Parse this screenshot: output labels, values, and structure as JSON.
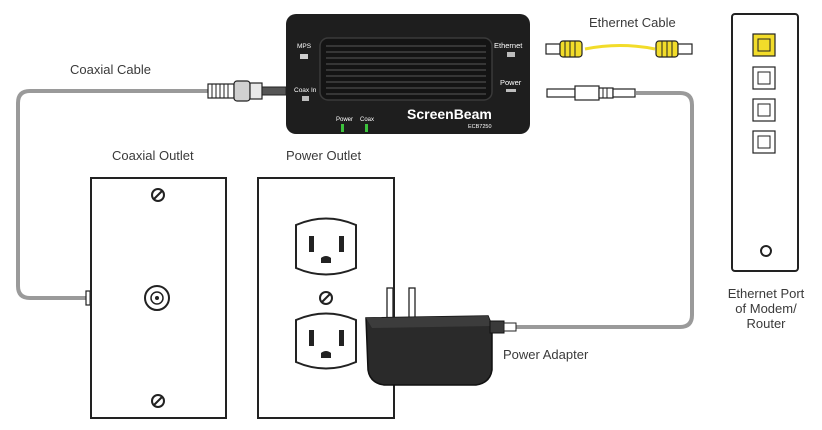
{
  "labels": {
    "coaxial_cable": "Coaxial Cable",
    "coaxial_outlet": "Coaxial Outlet",
    "power_outlet": "Power Outlet",
    "ethernet_cable": "Ethernet Cable",
    "power_adapter": "Power Adapter",
    "ethernet_port_modem_router": [
      "Ethernet Port",
      "of Modem/",
      "Router"
    ]
  },
  "device": {
    "brand": "ScreenBeam",
    "model": "ECB7250",
    "port_labels": {
      "mps": "MPS",
      "coax_in": "Coax In",
      "ethernet": "Ethernet",
      "power": "Power"
    },
    "led_labels": {
      "power": "Power",
      "coax": "Coax"
    }
  },
  "colors": {
    "device_body": "#1e1e1e",
    "cable_gray": "#9a9a9a",
    "ethernet_yellow": "#f2dc2a",
    "led_green": "#3cc23c",
    "outline": "#222222"
  },
  "icons": {
    "screw": "screw-icon",
    "ethernet_port": "ethernet-port-icon",
    "coax_connector": "coax-connector-icon"
  }
}
